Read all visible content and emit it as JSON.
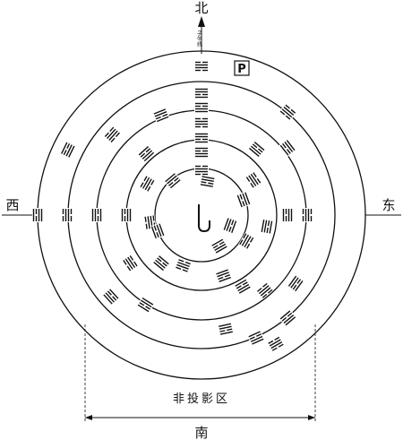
{
  "directions": {
    "north": "北",
    "south": "南",
    "west": "西",
    "east": "东"
  },
  "north_arrow_label": "子午线",
  "parking_label": "P",
  "zone_label": "非投影区",
  "structure": {
    "ring_count": 5,
    "trigram_symbols": "stacked bar glyphs arranged radially on each ring",
    "center_symbol": "hook"
  }
}
